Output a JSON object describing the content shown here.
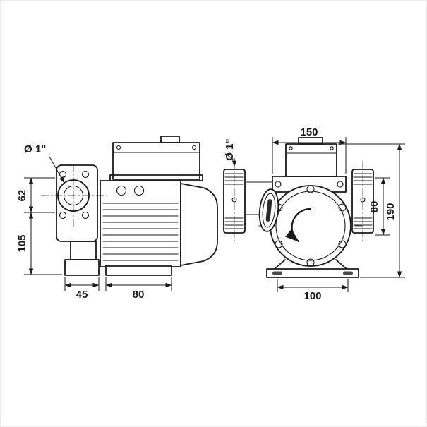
{
  "colors": {
    "ink": "#1a1a1a",
    "background": "#ffffff"
  },
  "side_view": {
    "port_diameter": "Ø 1\"",
    "dim_upper_vertical": "62",
    "dim_lower_vertical": "105",
    "dim_flange_foot_width": "45",
    "dim_motor_foot_width": "80"
  },
  "front_view": {
    "dim_body_width": "150",
    "port_diameter": "Ø 1\"",
    "dim_port_axis_height": "80",
    "dim_overall_height": "190",
    "dim_foot_hole_spacing": "100"
  }
}
